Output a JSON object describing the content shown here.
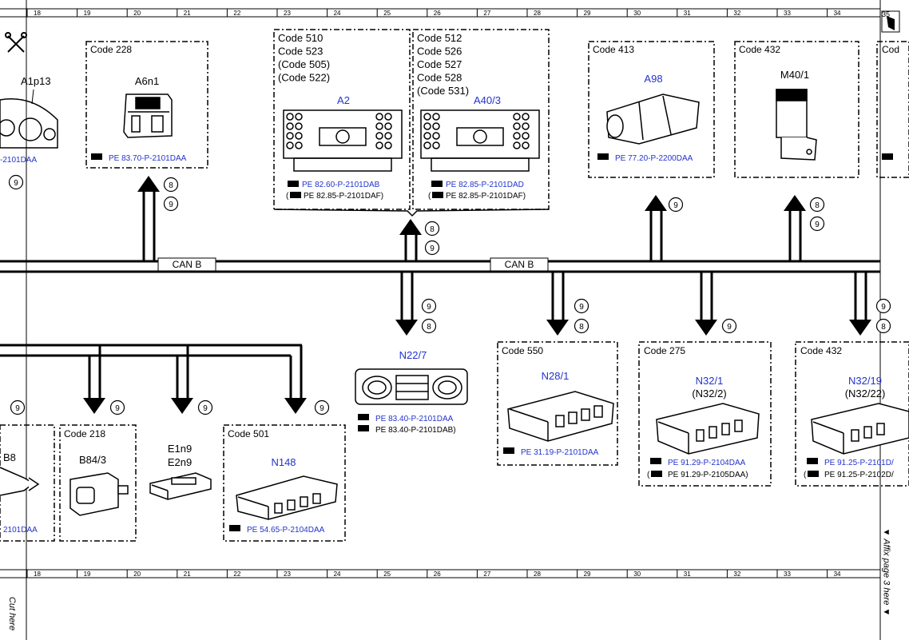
{
  "ruler": {
    "numbers": [
      "18",
      "19",
      "20",
      "21",
      "22",
      "23",
      "24",
      "25",
      "26",
      "27",
      "28",
      "29",
      "30",
      "31",
      "32",
      "33",
      "34"
    ],
    "corner": "35"
  },
  "side_text": {
    "cut_here": "Cut here",
    "affix_page": "▼ Affix page 3 here ▼"
  },
  "bus": {
    "label_left": "CAN B",
    "label_right": "CAN B"
  },
  "connector_labels": {
    "eight": "8",
    "nine": "9"
  },
  "modules": {
    "a1p13": {
      "name": "A1p13",
      "ref": "-2101DAA"
    },
    "a6n1": {
      "code": "Code 228",
      "name": "A6n1",
      "ref": "PE 83.70-P-2101DAA"
    },
    "a2": {
      "codes": [
        "Code 510",
        "Code 523",
        "(Code 505)",
        "(Code 522)"
      ],
      "name": "A2",
      "ref": "PE 82.60-P-2101DAB",
      "ref_alt": "PE 82.85-P-2101DAF)"
    },
    "a40": {
      "codes": [
        "Code 512",
        "Code 526",
        "Code 527",
        "Code 528",
        "(Code 531)"
      ],
      "name": "A40/3",
      "ref": "PE 82.85-P-2101DAD",
      "ref_alt": "PE 82.85-P-2101DAF)"
    },
    "a98": {
      "code": "Code 413",
      "name": "A98",
      "ref": "PE 77.20-P-2200DAA"
    },
    "m40": {
      "code": "Code 432",
      "name": "M40/1"
    },
    "cod": {
      "code": "Cod"
    },
    "n22": {
      "name": "N22/7",
      "ref": "PE 83.40-P-2101DAA",
      "ref_alt": "PE 83.40-P-2101DAB)"
    },
    "n28": {
      "code": "Code 550",
      "name": "N28/1",
      "ref": "PE 31.19-P-2101DAA"
    },
    "n32_1": {
      "code": "Code 275",
      "name": "N32/1",
      "name_alt": "(N32/2)",
      "ref": "PE 91.29-P-2104DAA",
      "ref_alt": "PE 91.29-P-2105DAA)"
    },
    "n32_19": {
      "code": "Code 432",
      "name": "N32/19",
      "name_alt": "(N32/22)",
      "ref": "PE 91.25-P-2101D/",
      "ref_alt": "PE 91.25-P-2102D/"
    },
    "b8": {
      "name": "B8",
      "ref": "2101DAA"
    },
    "b84": {
      "code": "Code 218",
      "name": "B84/3"
    },
    "e1n9": {
      "name": "E1n9",
      "name2": "E2n9"
    },
    "n148": {
      "code": "Code 501",
      "name": "N148",
      "ref": "PE 54.65-P-2104DAA"
    }
  },
  "colors": {
    "link": "#2233cc",
    "line": "#000000"
  }
}
